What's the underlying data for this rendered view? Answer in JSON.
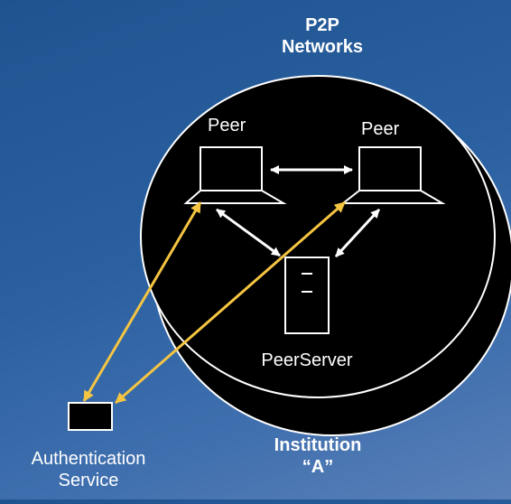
{
  "diagram": {
    "top_label": "P2P\nNetworks",
    "peer_left_label": "Peer",
    "peer_right_label": "Peer",
    "server_label": "PeerServer",
    "auth_label": "Authentication\nService",
    "institution_label": "Institution\n“A”"
  },
  "colors": {
    "background": "#2a60a0",
    "node_fill": "#000000",
    "node_stroke": "#ffffff",
    "arrow_white": "#ffffff",
    "arrow_yellow": "#f5c542"
  }
}
